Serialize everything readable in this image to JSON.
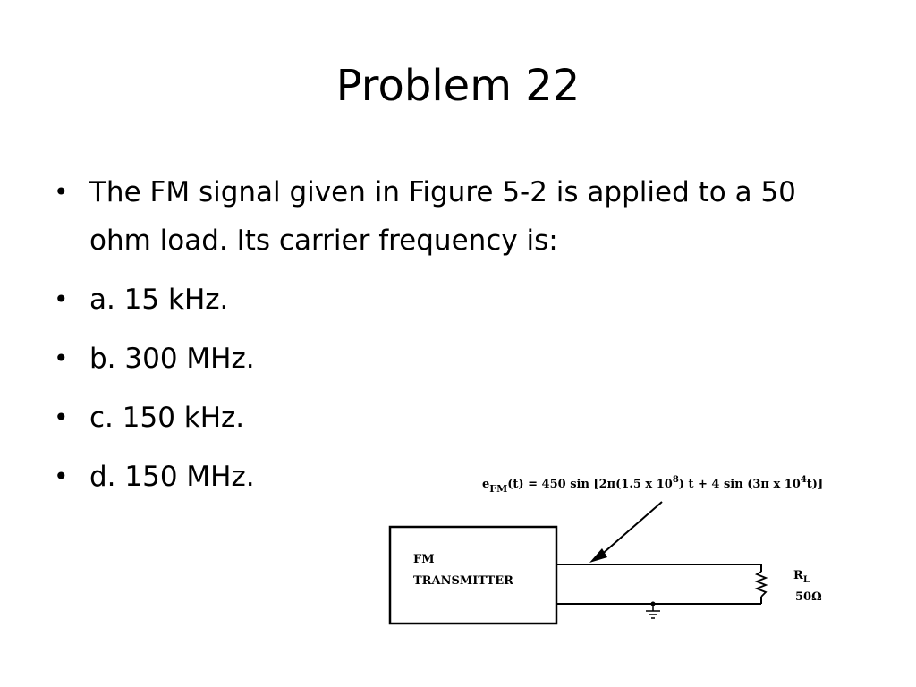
{
  "slide": {
    "title": "Problem 22",
    "bullets": [
      {
        "text": "The FM signal given in Figure 5-2 is applied to a 50 ohm load. Its carrier frequency is:"
      },
      {
        "text": "a. 15 kHz."
      },
      {
        "text": "b. 300 MHz."
      },
      {
        "text": "c. 150 kHz."
      },
      {
        "text": "d. 150 MHz."
      }
    ],
    "bullet_glyph": "•"
  },
  "figure": {
    "equation": {
      "lhs": "e",
      "lhs_sub": "FM",
      "body": "(t) = 450 sin [2π(1.5 x 10",
      "exp1": "8",
      "mid": ") t + 4 sin (3π x 10",
      "exp2": "4",
      "tail": "t)]"
    },
    "box_line1": "FM",
    "box_line2": "TRANSMITTER",
    "load_label": "R",
    "load_sub": "L",
    "load_value": "50Ω",
    "ground_icon": "ground-icon",
    "resistor_icon": "resistor-icon"
  }
}
